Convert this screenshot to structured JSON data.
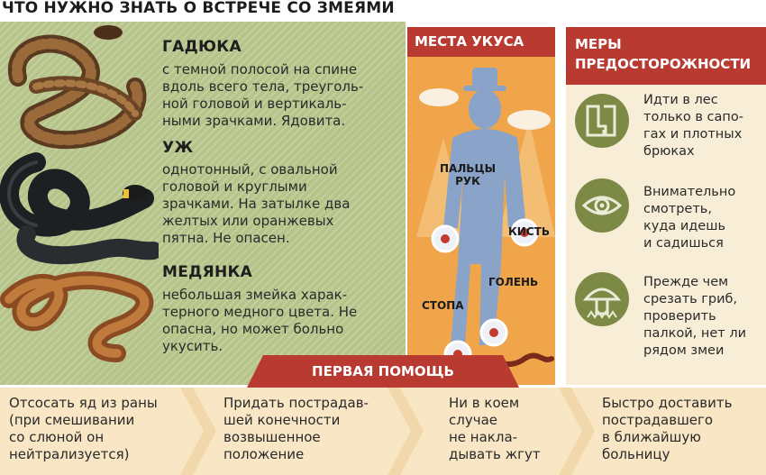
{
  "title": "ЧТО НУЖНО ЗНАТЬ О ВСТРЕЧЕ СО ЗМЕЯМИ",
  "snakes": [
    {
      "name": "ГАДЮКА",
      "desc": "с темной полосой на спине\nвдоль всего тела, треуголь-\nной головой и вертикаль-\nными зрачками. Ядовита."
    },
    {
      "name": "УЖ",
      "desc": "однотонный, с овальной\nголовой и круглыми\nзрачками. На затылке два\nжелтых или оранжевых\nпятна. Не опасен."
    },
    {
      "name": "МЕДЯНКА",
      "desc": "небольшая змейка харак-\nтерного медного цвета. Не\nопасна, но может больно\nукусить."
    }
  ],
  "bite_places": {
    "header": "МЕСТА УКУСА",
    "points": [
      "ПАЛЬЦЫ\nРУК",
      "КИСТЬ",
      "ГОЛЕНЬ",
      "СТОПА"
    ]
  },
  "precautions": {
    "header": "МЕРЫ\nПРЕДОСТОРОЖНОСТИ",
    "items": [
      {
        "icon": "boots-icon",
        "text": "Идти в лес\nтолько в сапо-\nгах и плотных\nбрюках"
      },
      {
        "icon": "eye-icon",
        "text": "Внимательно\nсмотреть,\nкуда идешь\nи садишься"
      },
      {
        "icon": "mushroom-icon",
        "text": "Прежде чем\nсрезать гриб,\nпроверить\nпалкой, нет ли\nрядом змеи"
      }
    ]
  },
  "first_aid": {
    "header": "ПЕРВАЯ ПОМОЩЬ",
    "steps": [
      "Отсосать яд из раны\n(при смешивании\nсо слюной он\nнейтрализуется)",
      "Придать пострадав-\nшей конечности\nвозвышенное\nположение",
      "Ни в коем\nслучае\nне накла-\nдывать жгут",
      "Быстро доставить\nпострадавшего\nв ближайшую\nбольницу"
    ]
  },
  "colors": {
    "accent": "#b83a31",
    "green": "#b6c48a",
    "orange": "#f0a54a",
    "cream": "#f8eed7",
    "icon_green": "#7c8a45"
  }
}
